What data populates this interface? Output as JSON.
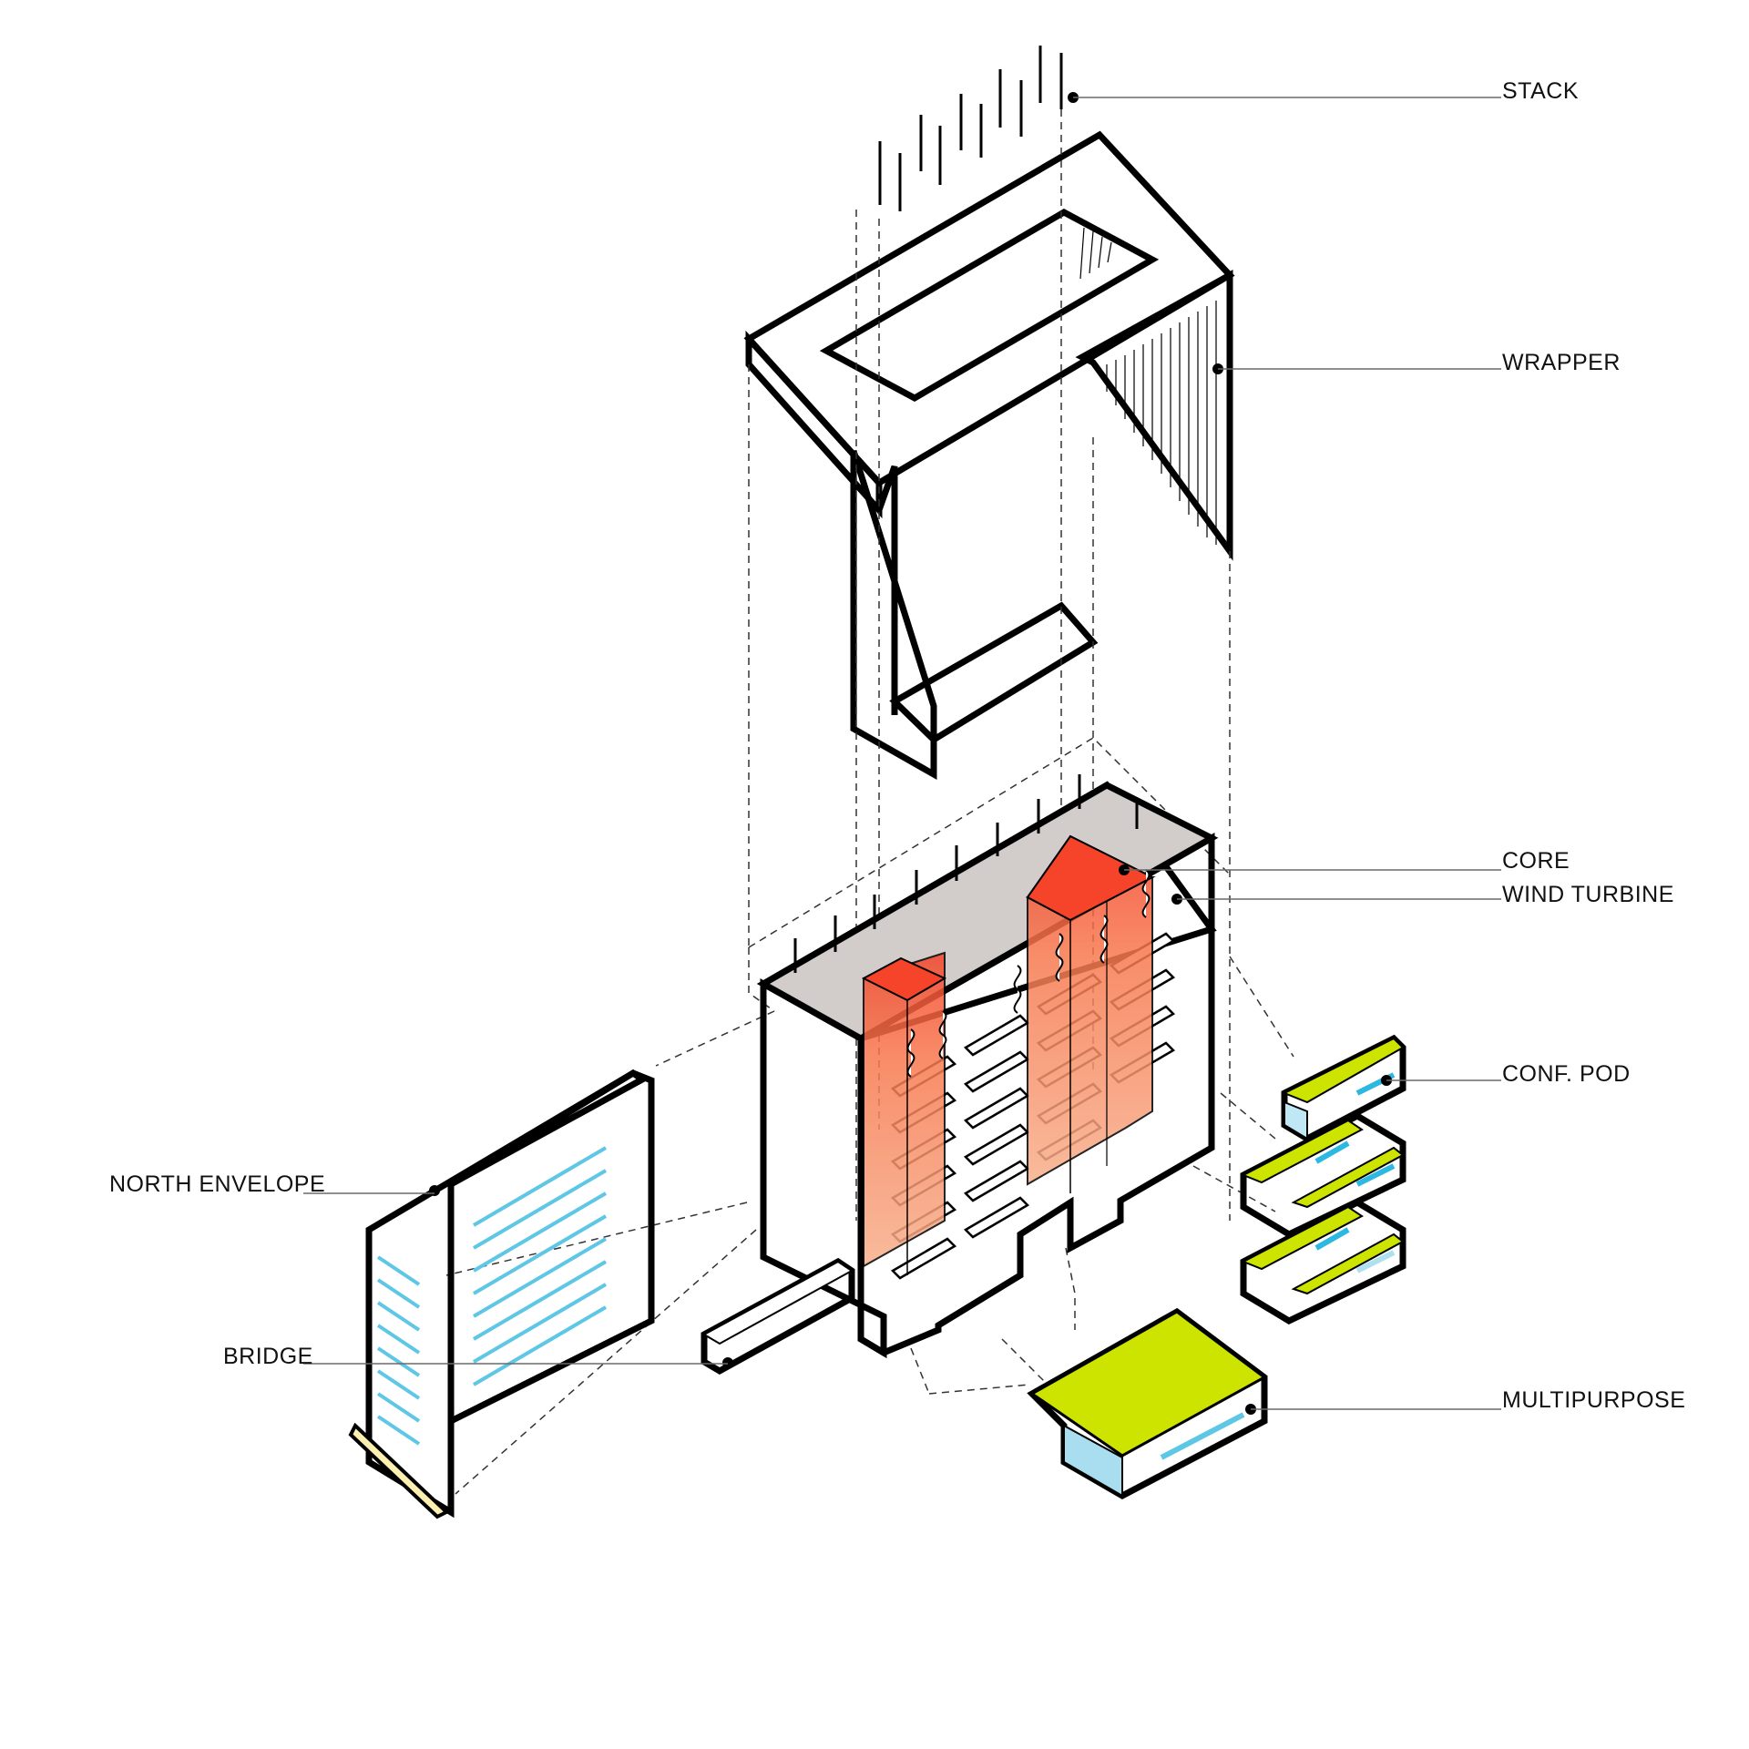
{
  "diagram": {
    "title": "Exploded axonometric building components",
    "colors": {
      "outline": "#000000",
      "glass_blue": "#a8def0",
      "envelope_yellow": "#fbf0b0",
      "core_red": "#f5442a",
      "core_orange": "#f7a47e",
      "accent_green": "#cce400",
      "roof_grey": "#cfcac8",
      "leader_grey": "#6a6a6a"
    },
    "labels": {
      "stack": "STACK",
      "wrapper": "WRAPPER",
      "core": "CORE",
      "wind_turbine": "WIND TURBINE",
      "conf_pod": "CONF. POD",
      "north_envelope": "NORTH ENVELOPE",
      "bridge": "BRIDGE",
      "multipurpose": "MULTIPURPOSE"
    }
  }
}
